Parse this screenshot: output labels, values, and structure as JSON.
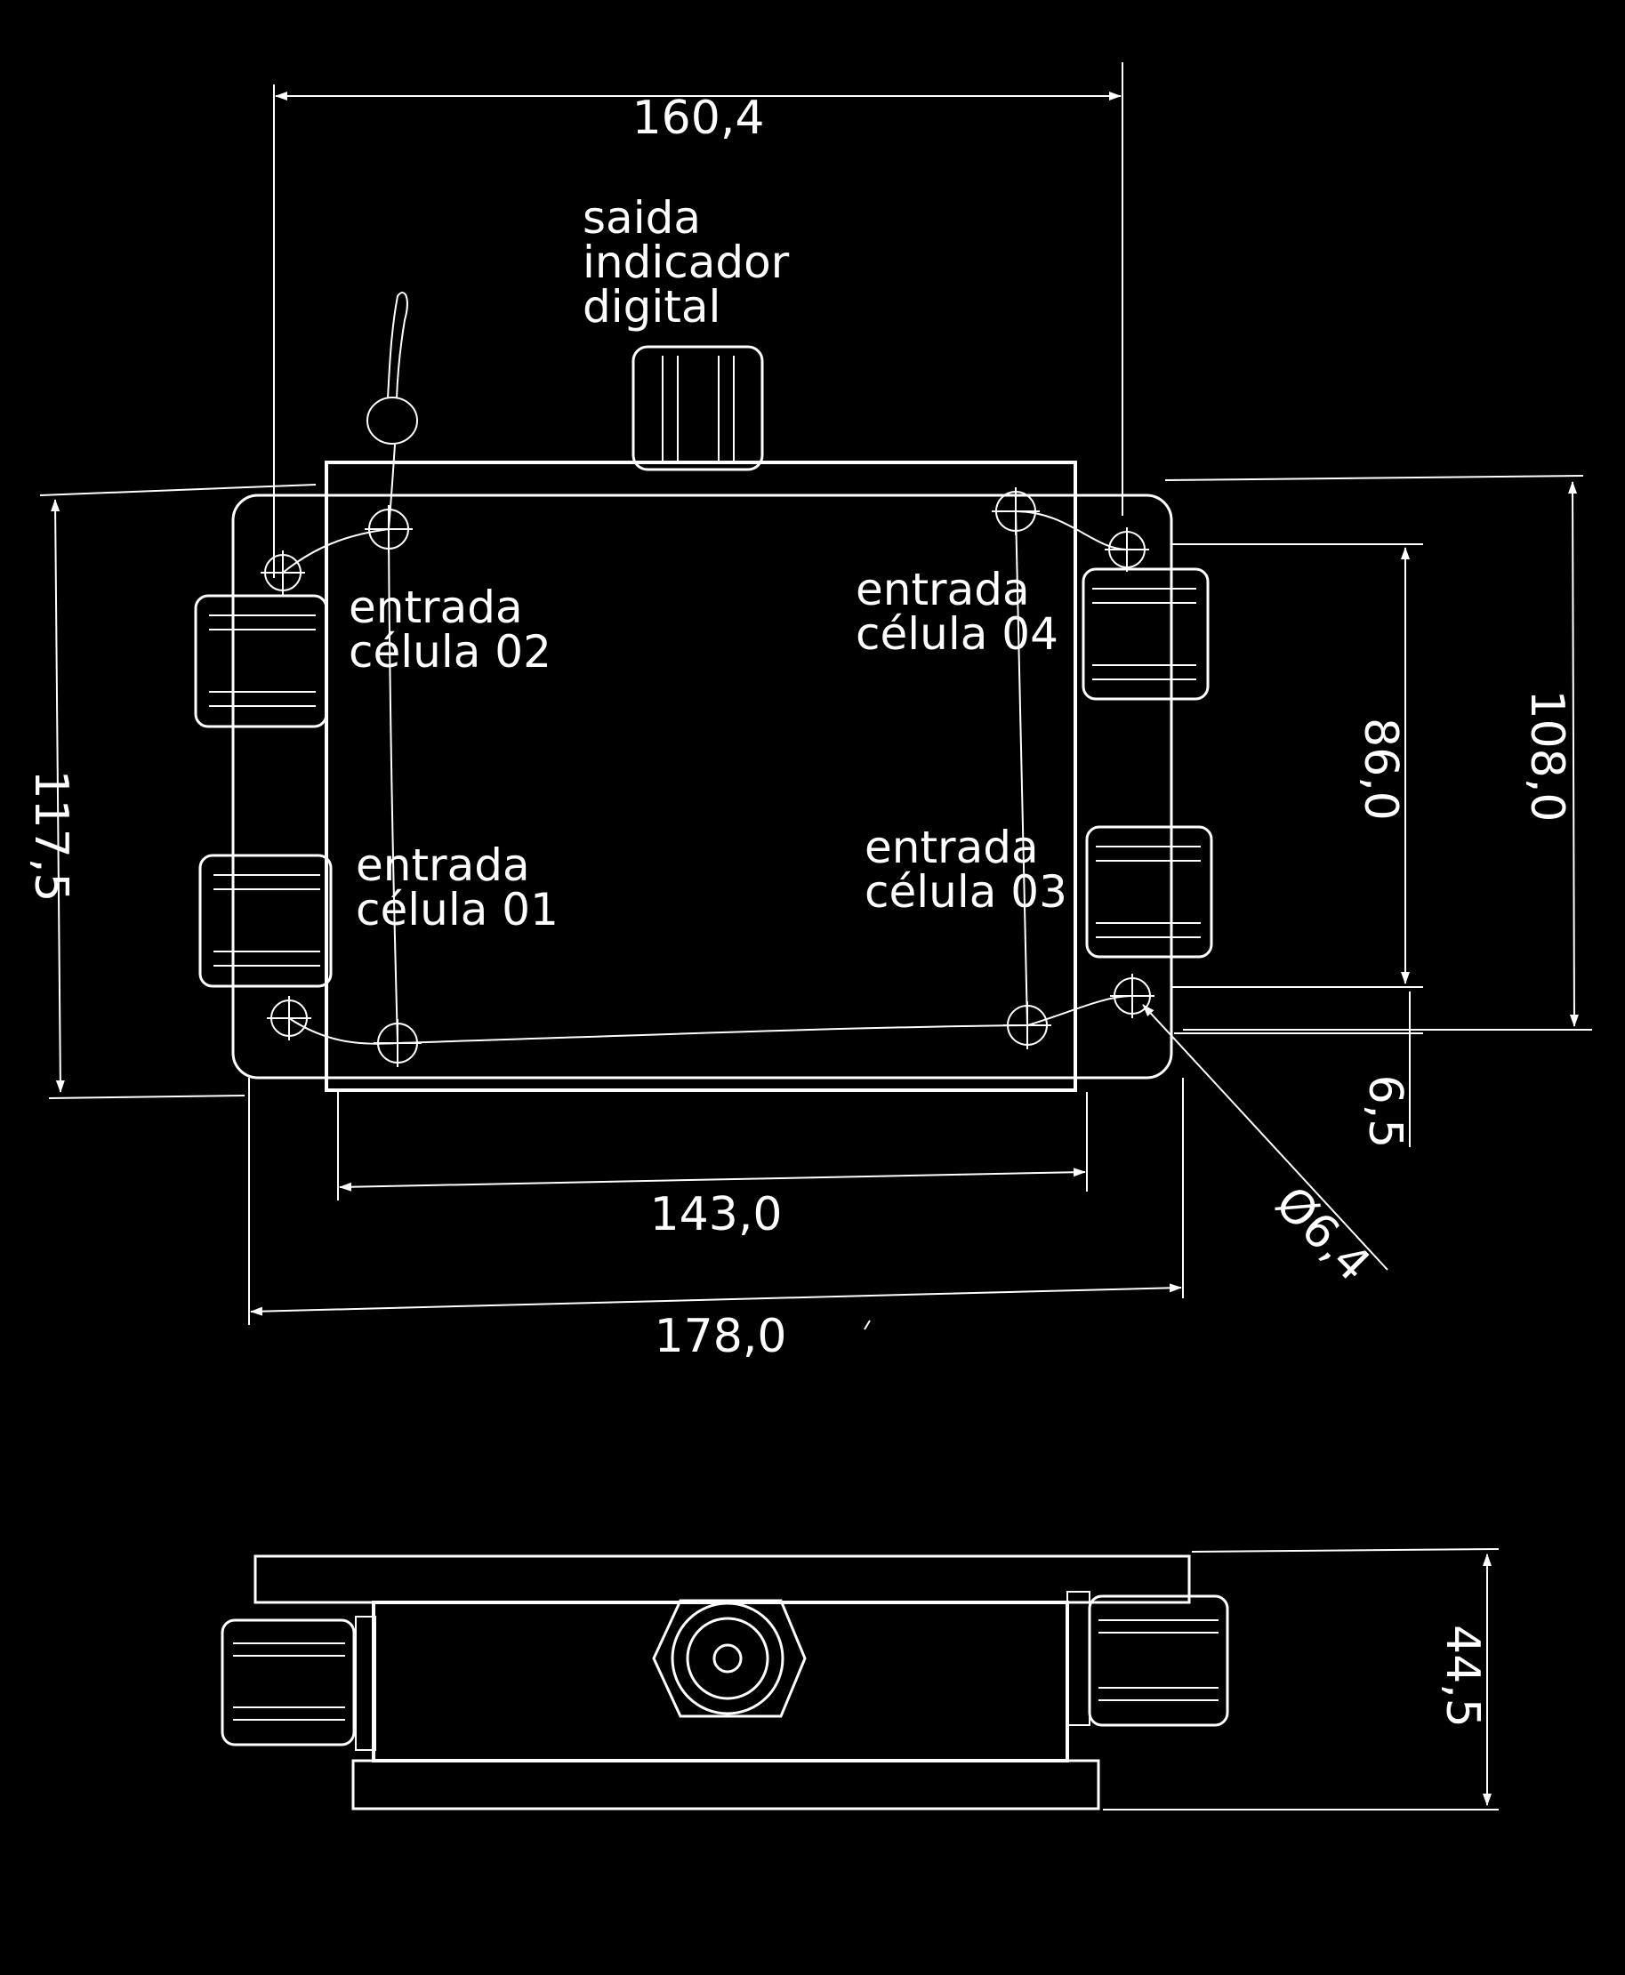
{
  "labels": {
    "saida": [
      "saida",
      "indicador",
      "digital"
    ],
    "cell01": [
      "entrada",
      "célula 01"
    ],
    "cell02": [
      "entrada",
      "célula 02"
    ],
    "cell03": [
      "entrada",
      "célula 03"
    ],
    "cell04": [
      "entrada",
      "célula 04"
    ]
  },
  "dimensions": {
    "top_width": "160,4",
    "inner_width": "143,0",
    "outer_width": "178,0",
    "left_height": "117,5",
    "hole_spacing": "86,0",
    "right_height": "108,0",
    "offset": "6,5",
    "hole_diameter": "Ø6,4",
    "side_height": "44,5"
  },
  "colors": {
    "background": "#000000",
    "lines": "#ffffff"
  }
}
